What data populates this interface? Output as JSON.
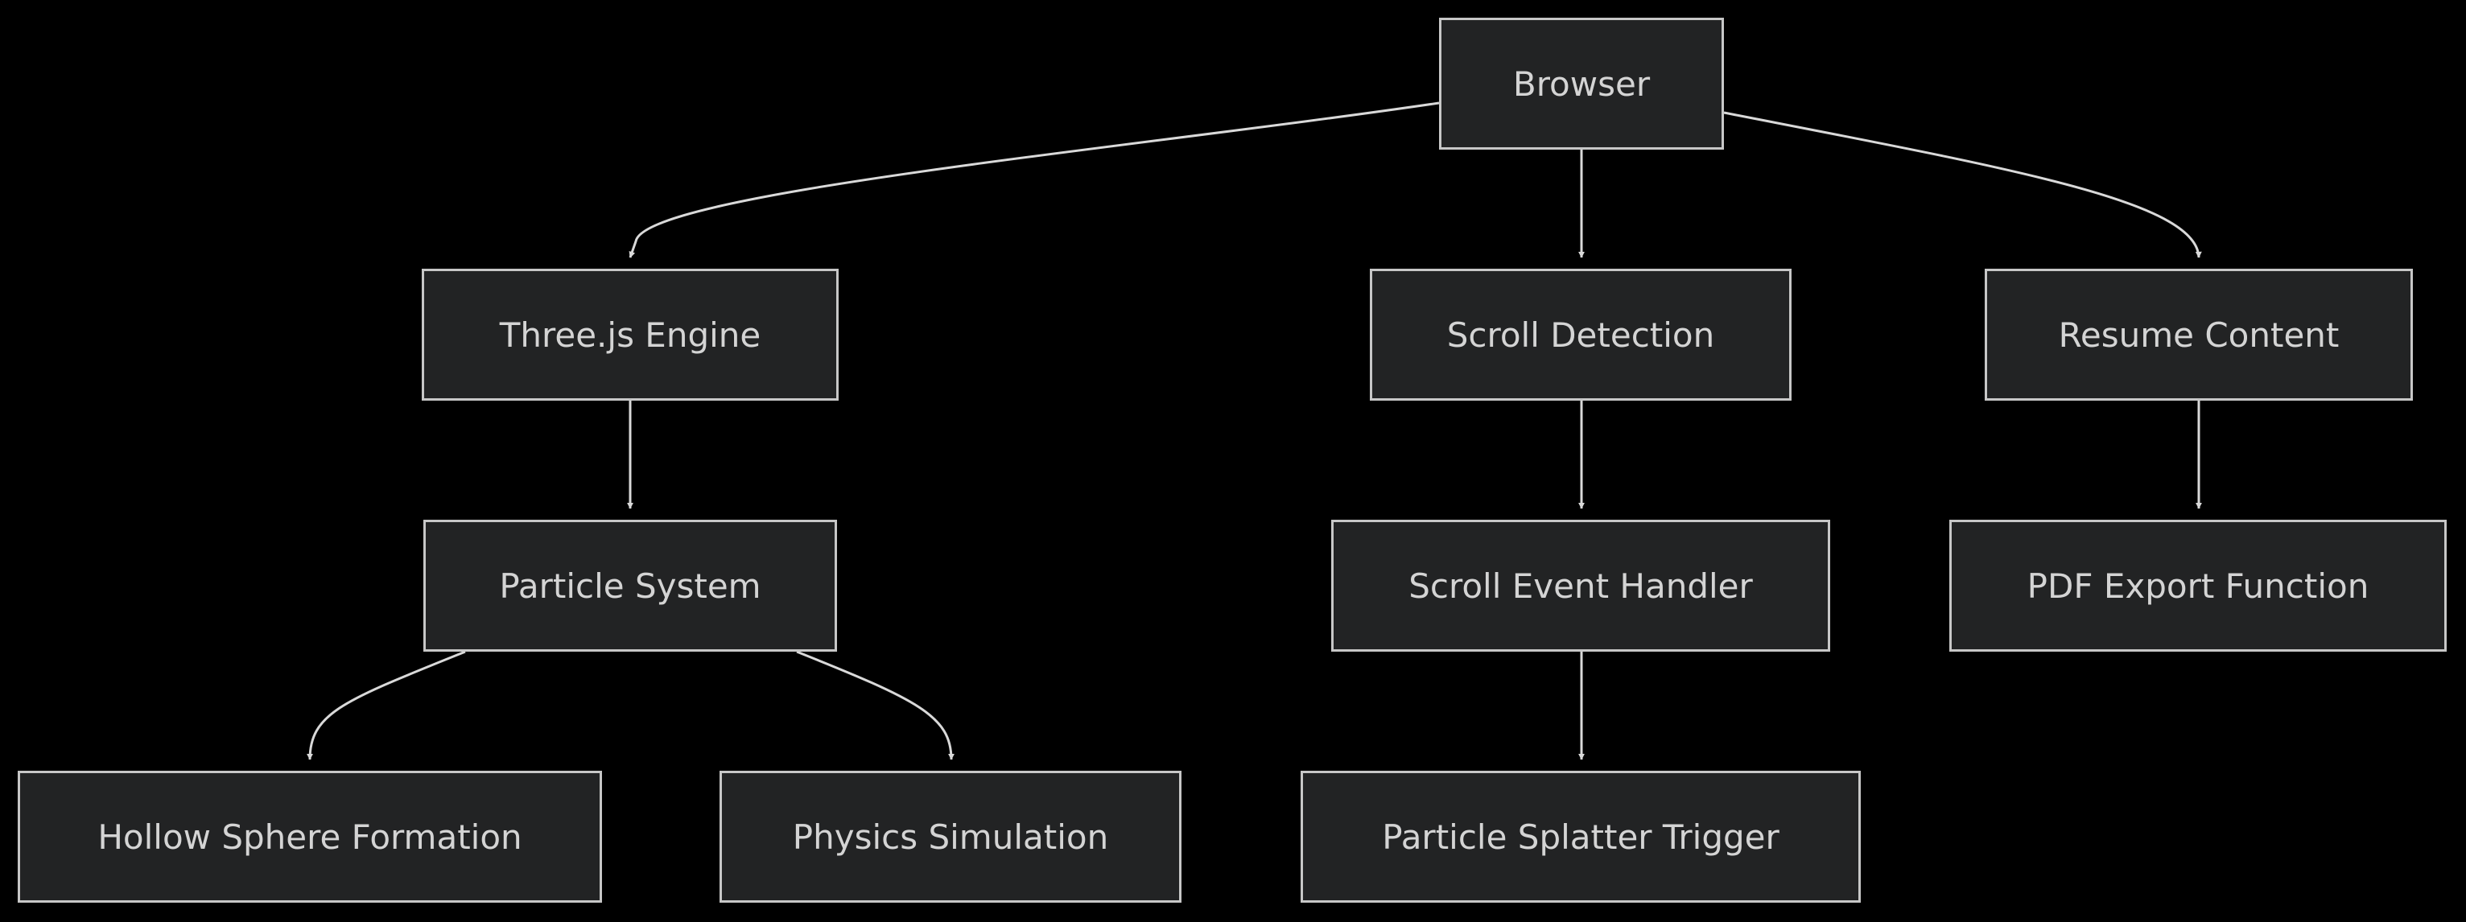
{
  "nodes": {
    "browser": "Browser",
    "threejs": "Three.js Engine",
    "scroll_detection": "Scroll Detection",
    "resume_content": "Resume Content",
    "particle_system": "Particle System",
    "scroll_handler": "Scroll Event Handler",
    "pdf_export": "PDF Export Function",
    "hollow_sphere": "Hollow Sphere Formation",
    "physics_sim": "Physics Simulation",
    "splatter_trigger": "Particle Splatter Trigger"
  },
  "edges": [
    {
      "from": "Browser",
      "to": "Three.js Engine"
    },
    {
      "from": "Browser",
      "to": "Scroll Detection"
    },
    {
      "from": "Browser",
      "to": "Resume Content"
    },
    {
      "from": "Three.js Engine",
      "to": "Particle System"
    },
    {
      "from": "Scroll Detection",
      "to": "Scroll Event Handler"
    },
    {
      "from": "Resume Content",
      "to": "PDF Export Function"
    },
    {
      "from": "Particle System",
      "to": "Hollow Sphere Formation"
    },
    {
      "from": "Particle System",
      "to": "Physics Simulation"
    },
    {
      "from": "Scroll Event Handler",
      "to": "Particle Splatter Trigger"
    }
  ],
  "colors": {
    "background": "#000000",
    "node_fill": "#222324",
    "node_border": "#c7c7c7",
    "text": "#d4d4d4",
    "edge": "#d9d9d9"
  }
}
